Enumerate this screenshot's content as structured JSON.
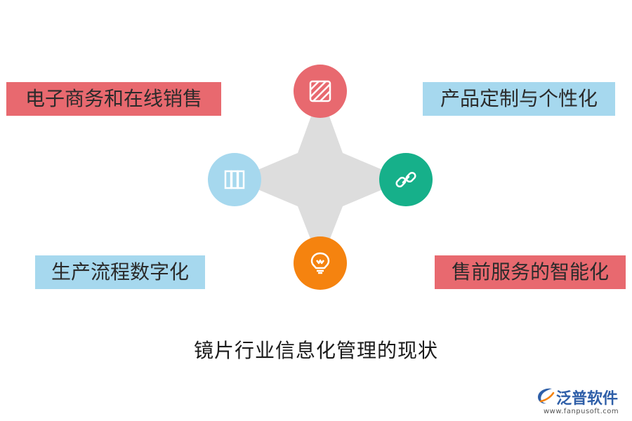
{
  "labels": {
    "top_left": "电子商务和在线销售",
    "top_right": "产品定制与个性化",
    "bottom_left": "生产流程数字化",
    "bottom_right": "售前服务的智能化"
  },
  "title": "镜片行业信息化管理的现状",
  "icons": {
    "top": "hatched-square-icon",
    "left": "binders-icon",
    "right": "link-icon",
    "bottom": "lightbulb-icon"
  },
  "colors": {
    "red": "#e8696f",
    "light_blue": "#a6d8ee",
    "green": "#16b08a",
    "orange": "#f5830f",
    "star_gray": "#dddddd"
  },
  "logo": {
    "name": "泛普软件",
    "url": "www.fanpusoft.com"
  }
}
